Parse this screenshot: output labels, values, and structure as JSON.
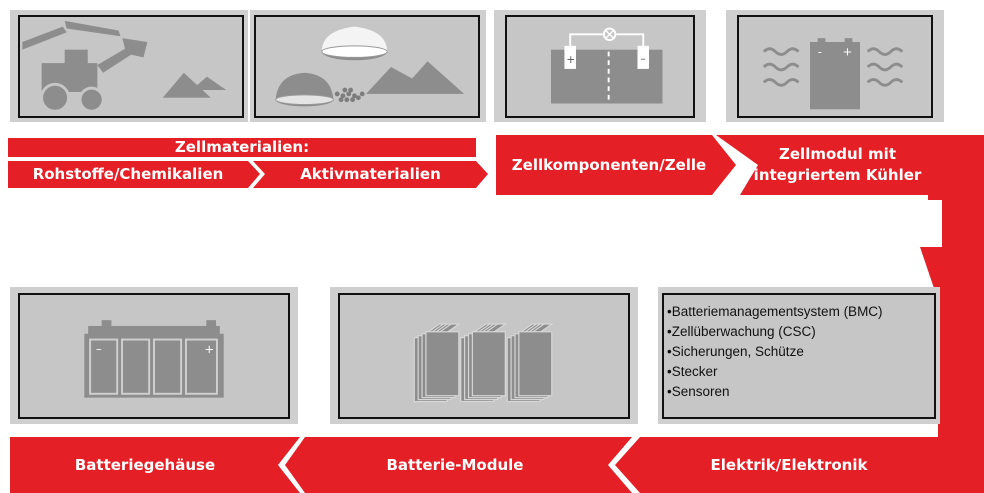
{
  "top_row": {
    "material_header": "Zellmaterialien:",
    "raw_label": "Rohstoffe/Chemikalien",
    "active_label": "Aktivmaterialien",
    "cell_label": "Zellkomponenten/Zelle",
    "module_cooler_line1": "Zellmodul mit",
    "module_cooler_line2": "integriertem Kühler"
  },
  "bottom_row": {
    "housing_label": "Batteriegehäuse",
    "modules_label": "Batterie-Module",
    "electrics_label": "Elektrik/Elektronik"
  },
  "electronics_items": [
    "Batteriemanagementsystem (BMC)",
    "Zellüberwachung (CSC)",
    "Sicherungen, Schütze",
    "Stecker",
    "Sensoren"
  ],
  "colors": {
    "accent": "#e41f26",
    "panel": "#cfcfcf",
    "inner": "#c6c6c6",
    "icon": "#8d8d8d"
  }
}
